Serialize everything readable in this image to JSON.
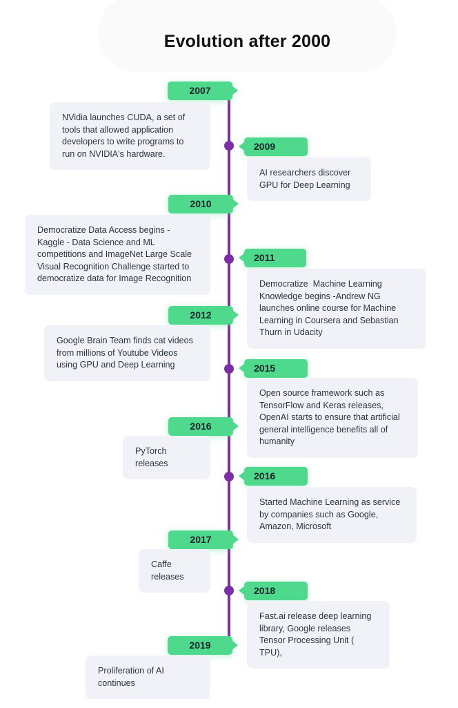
{
  "header": {
    "title": "Evolution after 2000"
  },
  "theme": {
    "accent_green": "#4ed98c",
    "timeline_purple": "#7b2fa6",
    "card_background": "#f1f2f7",
    "page_background": "#ffffff",
    "title_color": "#111111"
  },
  "timeline": {
    "entries": [
      {
        "year": "2007",
        "side": "left",
        "text": "NVidia launches CUDA, a set of tools that allowed application developers to write programs to run on NVIDIA's hardware."
      },
      {
        "year": "2009",
        "side": "right",
        "text": "AI researchers discover GPU for Deep Learning"
      },
      {
        "year": "2010",
        "side": "left",
        "text": "Democratize Data Access begins - Kaggle - Data Science and ML competitions and ImageNet Large Scale Visual Recognition Challenge started to democratize data for Image Recognition"
      },
      {
        "year": "2011",
        "side": "right",
        "text": "Democratize  Machine Learning Knowledge begins -Andrew NG launches online course for Machine Learning in Coursera and Sebastian Thurn in Udacity"
      },
      {
        "year": "2012",
        "side": "left",
        "text": "Google Brain Team finds cat videos from millions of Youtube Videos using GPU and Deep Learning"
      },
      {
        "year": "2015",
        "side": "right",
        "text": "Open source framework such as TensorFlow and Keras releases, OpenAI starts to ensure that artificial general intelligence benefits all of humanity"
      },
      {
        "year": "2016",
        "side": "left",
        "text": "PyTorch  releases"
      },
      {
        "year": "2016",
        "side": "right",
        "text": "Started Machine Learning as service by companies such as Google, Amazon, Microsoft"
      },
      {
        "year": "2017",
        "side": "left",
        "text": "Caffe releases"
      },
      {
        "year": "2018",
        "side": "right",
        "text": "Fast.ai release deep learning library, Google releases Tensor Processing Unit ( TPU),"
      },
      {
        "year": "2019",
        "side": "left",
        "text": "Proliferation of AI continues"
      }
    ]
  }
}
